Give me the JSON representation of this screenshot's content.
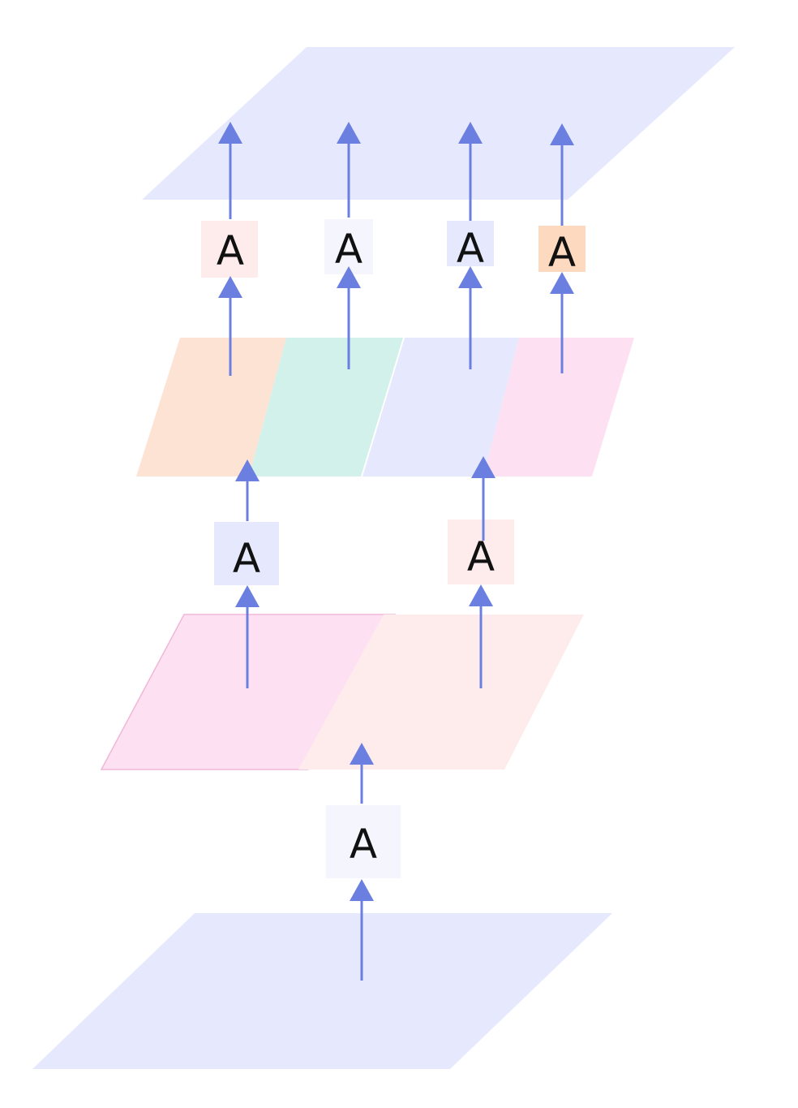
{
  "labels": {
    "block_1": "A",
    "block_2": "A",
    "block_3": "A",
    "block_4": "A",
    "block_5": "A",
    "block_6": "A",
    "block_7": "A"
  },
  "colors": {
    "arrow": "#6b7fe0",
    "lavender": "#e6e9fd",
    "peach": "#fde3d4",
    "mint": "#d2f1ea",
    "pink": "#fde1f2",
    "light_pink": "#feeced",
    "pale_lavender": "#f5f5fe",
    "orange_box": "#fcd9bf",
    "pink_border": "#f0b7d8"
  }
}
